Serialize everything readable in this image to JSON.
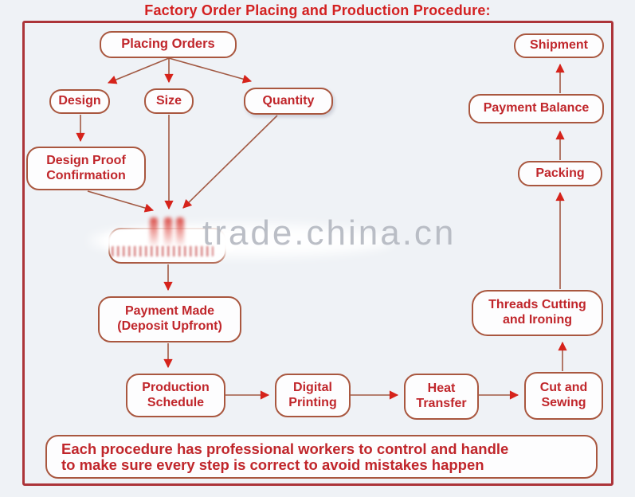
{
  "title": "Factory Order Placing and Production Procedure:",
  "watermark": "trade.china.cn",
  "diagram": {
    "nodes": {
      "placing_orders": "Placing Orders",
      "design": "Design",
      "size": "Size",
      "quantity": "Quantity",
      "design_proof": "Design Proof\nConfirmation",
      "obscured": "",
      "payment_made": "Payment Made\n(Deposit Upfront)",
      "production_schedule": "Production\nSchedule",
      "digital_printing": "Digital\nPrinting",
      "heat_transfer": "Heat\nTransfer",
      "cut_sewing": "Cut and\nSewing",
      "threads_cutting": "Threads Cutting\nand Ironing",
      "packing": "Packing",
      "payment_balance": "Payment Balance",
      "shipment": "Shipment"
    },
    "edges": [
      {
        "from": "placing_orders",
        "to": "design"
      },
      {
        "from": "placing_orders",
        "to": "size"
      },
      {
        "from": "placing_orders",
        "to": "quantity"
      },
      {
        "from": "design",
        "to": "design_proof"
      },
      {
        "from": "size",
        "to": "obscured"
      },
      {
        "from": "quantity",
        "to": "obscured"
      },
      {
        "from": "design_proof",
        "to": "obscured"
      },
      {
        "from": "obscured",
        "to": "payment_made"
      },
      {
        "from": "payment_made",
        "to": "production_schedule"
      },
      {
        "from": "production_schedule",
        "to": "digital_printing"
      },
      {
        "from": "digital_printing",
        "to": "heat_transfer"
      },
      {
        "from": "heat_transfer",
        "to": "cut_sewing"
      },
      {
        "from": "cut_sewing",
        "to": "threads_cutting"
      },
      {
        "from": "threads_cutting",
        "to": "packing"
      },
      {
        "from": "packing",
        "to": "payment_balance"
      },
      {
        "from": "payment_balance",
        "to": "shipment"
      }
    ],
    "note": "Each procedure has professional workers to control and handle\nto make sure every step is correct to avoid mistakes happen"
  },
  "colors": {
    "background": "#eff2f6",
    "outer_border": "#ac3439",
    "node_border": "#a9573f",
    "node_text": "#c0262b",
    "title_text": "#d32121",
    "arrow_line": "#a25a44",
    "arrow_head": "#d6231b",
    "watermark_gray": "#b2b6bf"
  }
}
